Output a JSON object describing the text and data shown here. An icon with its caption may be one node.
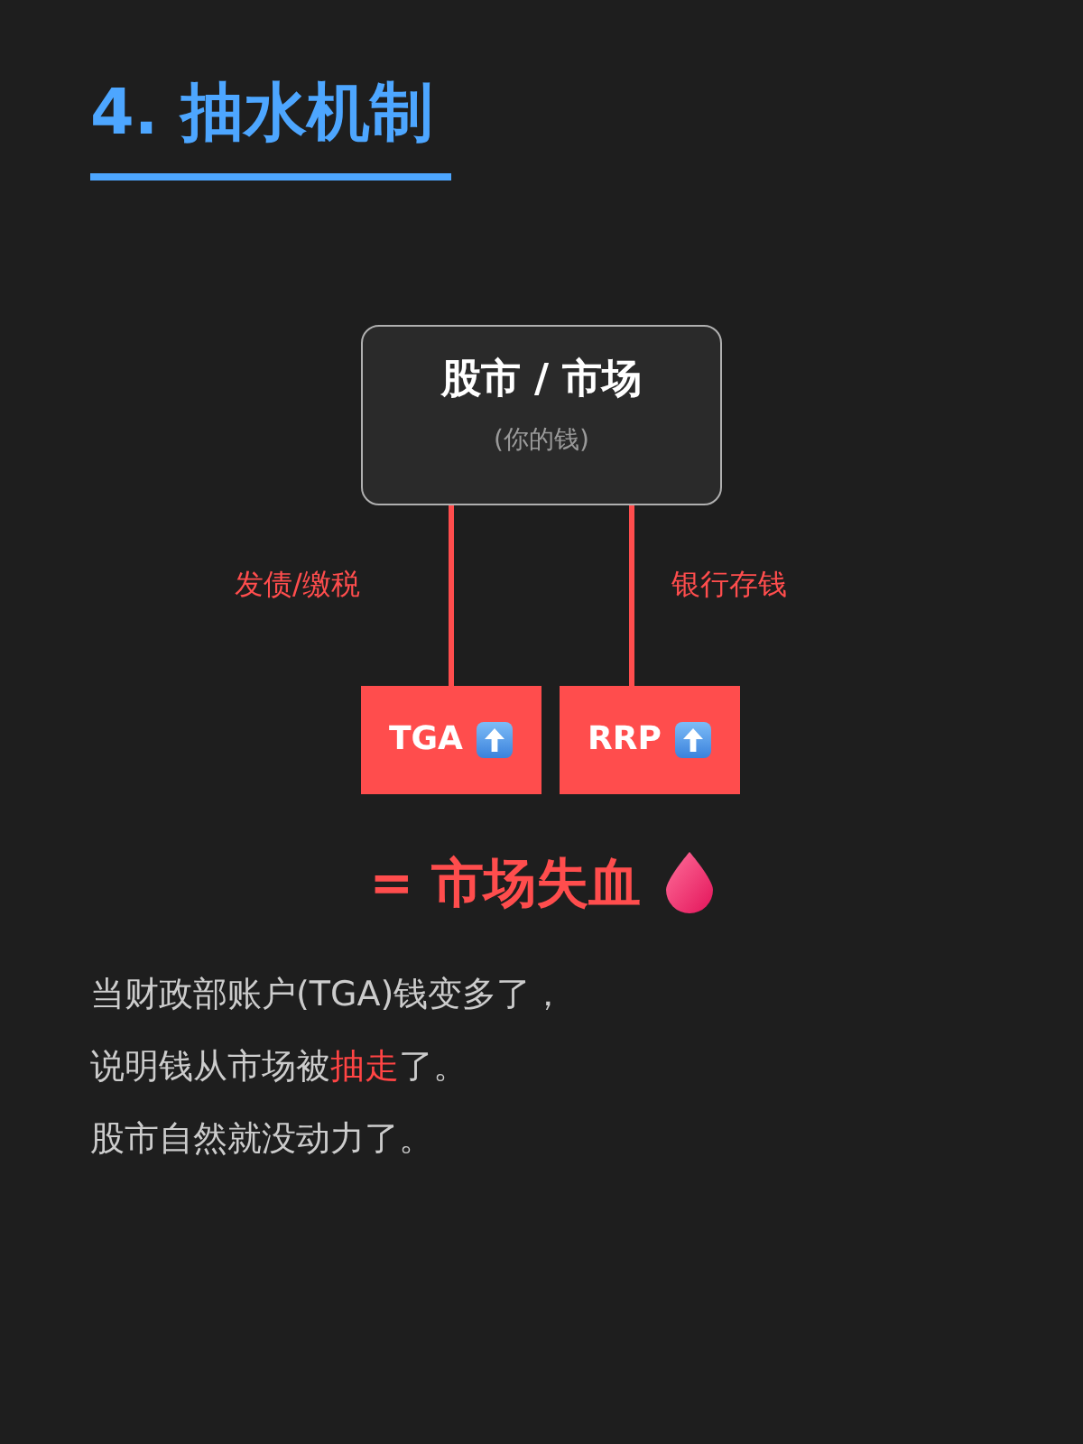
{
  "diagram": {
    "title": "4. 抽水机制",
    "nodes": [
      {
        "text": [
          "股市 / 市场",
          "(你的钱)"
        ]
      },
      {
        "text": [
          "TGA"
        ]
      },
      {
        "text": [
          "RRP"
        ]
      }
    ],
    "edges": [
      {
        "from": 0,
        "to": 1,
        "arrow": "none",
        "label": "发债/缴税"
      },
      {
        "from": 0,
        "to": 2,
        "arrow": "none",
        "label": "银行存钱"
      }
    ],
    "labels": [
      "= 市场失血",
      "当财政部账户(TGA)钱变多了，",
      "说明钱从市场被**抽走**了。",
      "股市自然就没动力了。"
    ]
  }
}
